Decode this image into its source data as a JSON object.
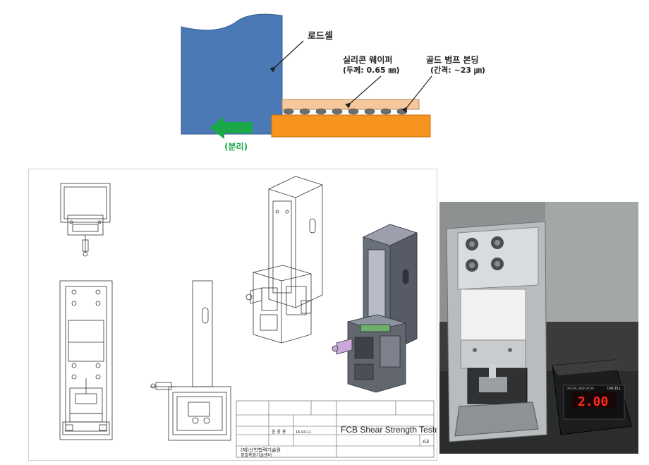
{
  "diagram": {
    "load_cell_label": "로드셀",
    "wafer_label": "실리콘 웨이퍼",
    "wafer_thickness": "(두께: 0.65 ㎜)",
    "bump_label": "골드 범프 본딩",
    "bump_pitch": "(간격: ~23 ㎛)",
    "separation_label": "(분리)",
    "colors": {
      "load_cell": "#4a79b5",
      "wafer": "#f5c79a",
      "substrate": "#f7941d",
      "arrow": "#1aa84a",
      "bump": "#6e6e6e"
    }
  },
  "drawing": {
    "title_block": {
      "product_name": "FCB Shear Strength Tester",
      "sheet_size": "A3",
      "org_line1": "(재)산학협력기술원",
      "org_line2": "정밀측정기술센터",
      "author": "윤 창 용",
      "date": "16.04.11"
    }
  },
  "photo": {
    "indicator_display": "2.00",
    "indicator_brand": "DACELL",
    "indicator_caption": "DIGITAL INDICATOR"
  }
}
